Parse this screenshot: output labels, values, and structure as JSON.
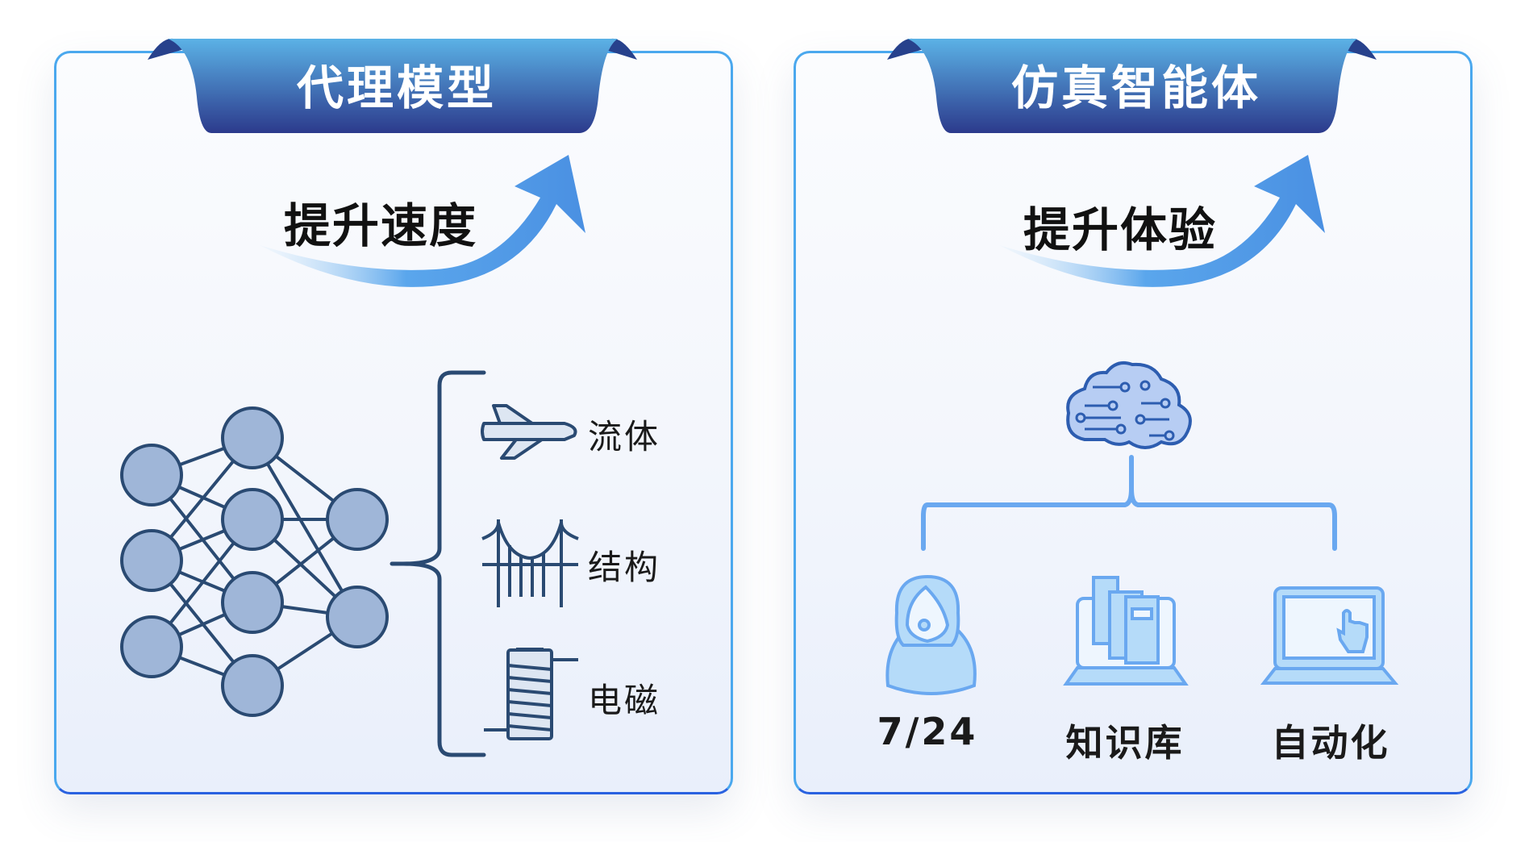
{
  "left_panel": {
    "title": "代理模型",
    "slogan": "提升速度",
    "applications": [
      {
        "icon": "airplane-icon",
        "label": "流体"
      },
      {
        "icon": "bridge-icon",
        "label": "结构"
      },
      {
        "icon": "coil-icon",
        "label": "电磁"
      }
    ]
  },
  "right_panel": {
    "title": "仿真智能体",
    "slogan": "提升体验",
    "features": [
      {
        "icon": "customer-service-icon",
        "label": "7/24"
      },
      {
        "icon": "knowledge-base-icon",
        "label": "知识库"
      },
      {
        "icon": "automation-icon",
        "label": "自动化"
      }
    ]
  },
  "colors": {
    "banner_top": "#5bb2e6",
    "banner_bottom": "#2c3a8c",
    "node_fill": "#9fb6d8",
    "node_stroke": "#2a4a72",
    "icon_blue": "#6aa8f0"
  }
}
